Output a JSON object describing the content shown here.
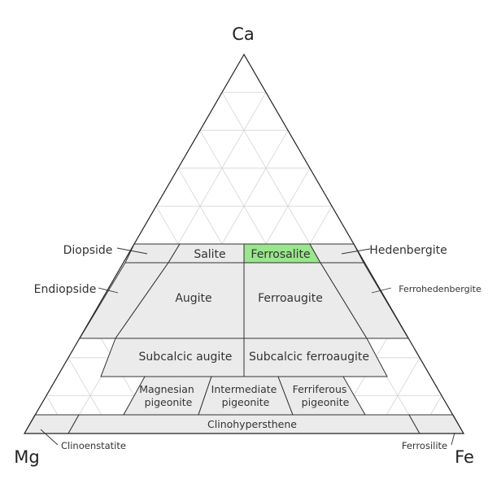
{
  "apices": {
    "top": "Ca",
    "left": "Mg",
    "right": "Fe"
  },
  "colors": {
    "field_fill": "#ebebeb",
    "highlight_fill": "#99e68c",
    "grid": "#d4d4d4",
    "outline": "#222222"
  },
  "highlighted_field": "Ferrosalite",
  "fields": {
    "diopside": "Diopside",
    "salite": "Salite",
    "ferrosalite": "Ferrosalite",
    "hedenbergite": "Hedenbergite",
    "endiopside": "Endiopside",
    "augite": "Augite",
    "ferroaugite": "Ferroaugite",
    "ferrohedenbergite": "Ferrohedenbergite",
    "subcalcic_augite": "Subcalcic augite",
    "subcalcic_ferroaugite": "Subcalcic ferroaugite",
    "magnesian_pigeonite": [
      "Magnesian",
      "pigeonite"
    ],
    "intermediate_pigeonite": [
      "Intermediate",
      "pigeonite"
    ],
    "ferriferous_pigeonite": [
      "Ferriferous",
      "pigeonite"
    ],
    "clinohypersthene": "Clinohypersthene",
    "clinoenstatite": "Clinoenstatite",
    "ferrosilite": "Ferrosilite"
  }
}
